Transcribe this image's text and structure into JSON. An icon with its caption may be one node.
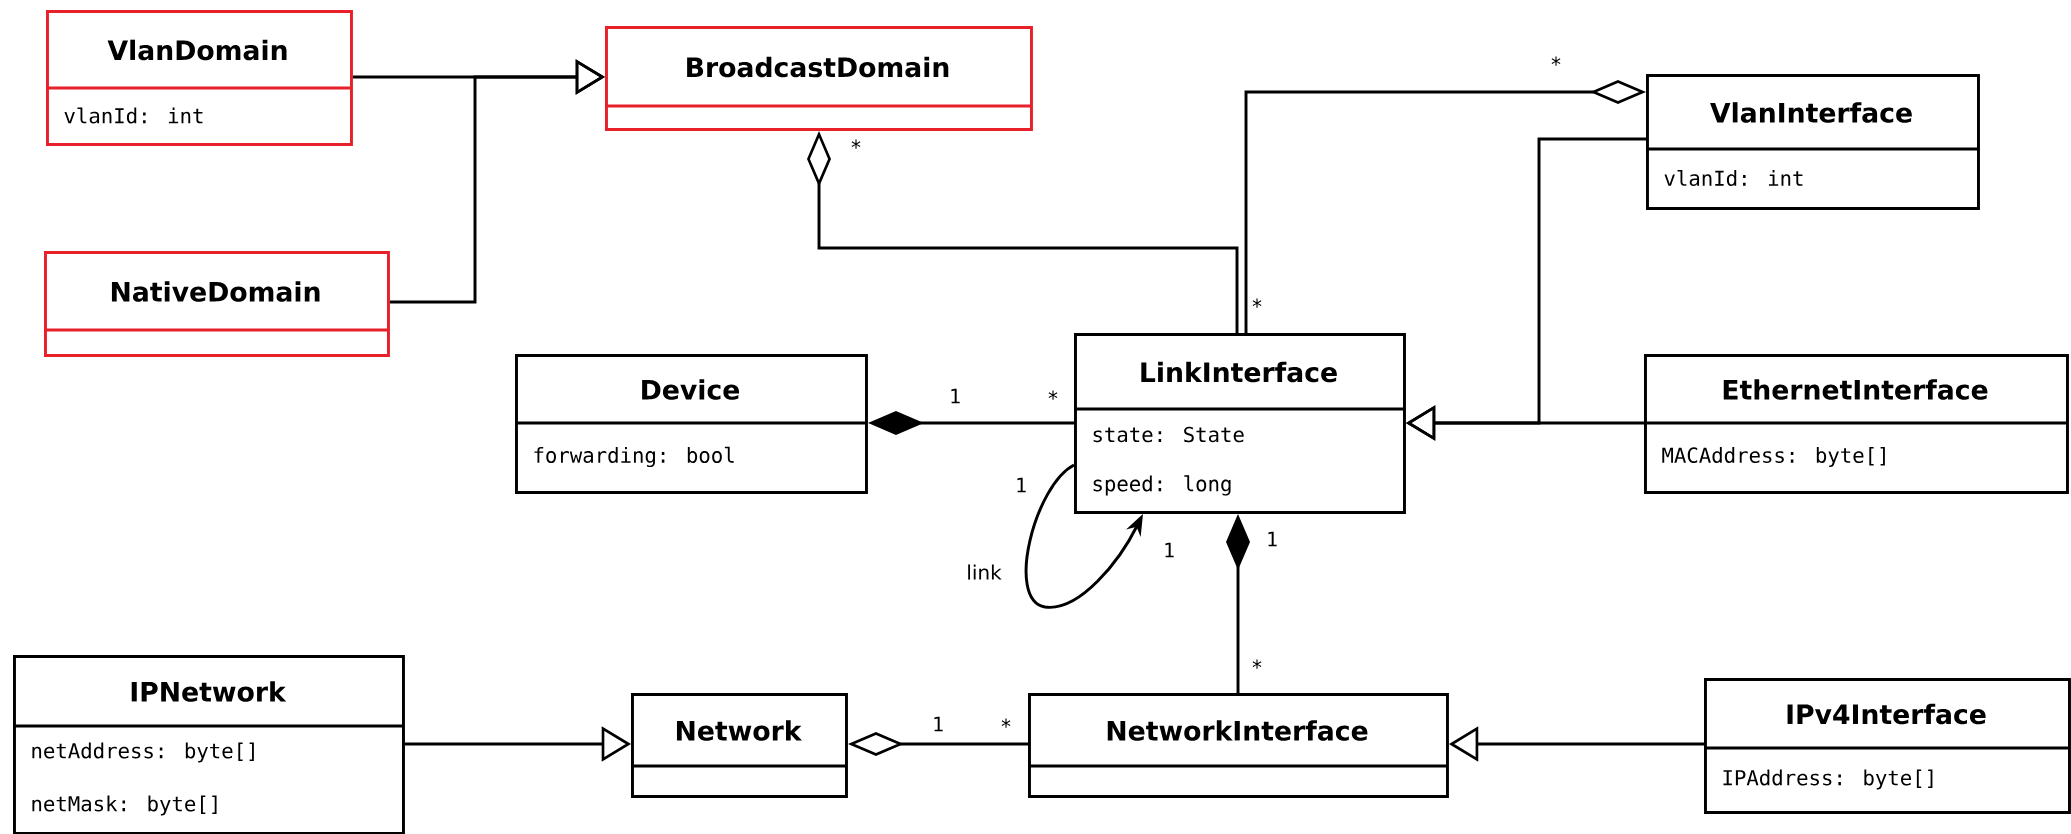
{
  "diagram": {
    "nodes": [
      {
        "text": [
          "VlanDomain",
          "vlanId: int"
        ]
      },
      {
        "text": [
          "BroadcastDomain"
        ]
      },
      {
        "text": [
          "NativeDomain"
        ]
      },
      {
        "text": [
          "VlanInterface",
          "vlanId: int"
        ]
      },
      {
        "text": [
          "Device",
          "forwarding: bool"
        ]
      },
      {
        "text": [
          "LinkInterface",
          "state: State",
          "speed: long"
        ]
      },
      {
        "text": [
          "EthernetInterface",
          "MACAddress: byte[]"
        ]
      },
      {
        "text": [
          "IPNetwork",
          "netAddress: byte[]",
          "netMask: byte[]"
        ]
      },
      {
        "text": [
          "Network"
        ]
      },
      {
        "text": [
          "NetworkInterface"
        ]
      },
      {
        "text": [
          "IPv4Interface",
          "IPAddress: byte[]"
        ]
      }
    ],
    "edges": [
      {
        "from": 0,
        "to": 1,
        "arrow": "to"
      },
      {
        "from": 2,
        "to": 1,
        "arrow": "to"
      },
      {
        "from": 5,
        "to": 1,
        "arrow": "other"
      },
      {
        "from": 5,
        "to": 3,
        "arrow": "other"
      },
      {
        "from": 3,
        "to": 5,
        "arrow": "to"
      },
      {
        "from": 6,
        "to": 5,
        "arrow": "to"
      },
      {
        "from": 5,
        "to": 4,
        "arrow": "other"
      },
      {
        "from": 5,
        "to": 5,
        "arrow": "to",
        "label": "link"
      },
      {
        "from": 9,
        "to": 5,
        "arrow": "other"
      },
      {
        "from": 7,
        "to": 8,
        "arrow": "to"
      },
      {
        "from": 9,
        "to": 8,
        "arrow": "other"
      },
      {
        "from": 10,
        "to": 9,
        "arrow": "to"
      }
    ],
    "labels": [
      "*",
      "*",
      "*",
      "1",
      "*",
      "1",
      "1",
      "1",
      "*",
      "1",
      "*"
    ]
  }
}
